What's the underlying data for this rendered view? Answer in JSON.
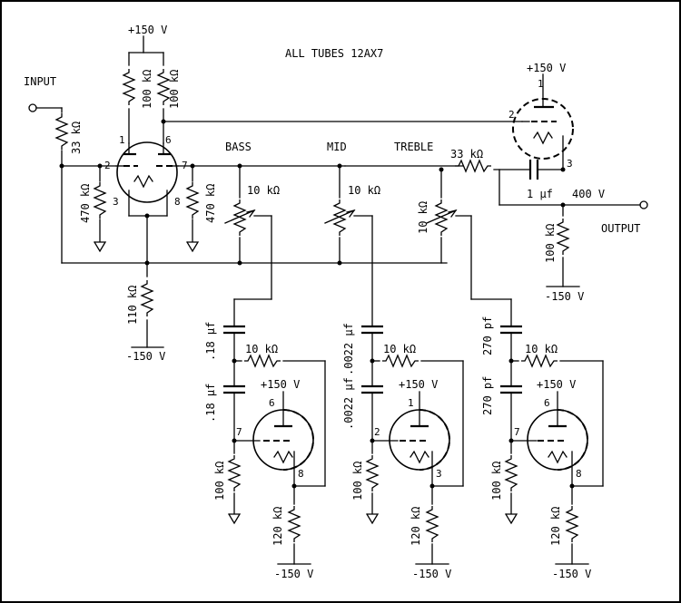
{
  "title": "ALL TUBES 12AX7",
  "labels": {
    "input": "INPUT",
    "output": "OUTPUT",
    "bass": "BASS",
    "mid": "MID",
    "treble": "TREBLE",
    "v_plus": "+150 V",
    "v_minus": "-150 V",
    "r_33k": "33 kΩ",
    "r_100k": "100 kΩ",
    "r_470k": "470 kΩ",
    "r_110k": "110 kΩ",
    "r_10k": "10 kΩ",
    "r_120k": "120 kΩ",
    "c_1uf": "1 μf",
    "v_400": "400 V",
    "c_18": ".18 μf",
    "c_0022": ".0022 μf",
    "c_270": "270 pf"
  },
  "pins": [
    "1",
    "2",
    "3",
    "6",
    "7",
    "8"
  ]
}
